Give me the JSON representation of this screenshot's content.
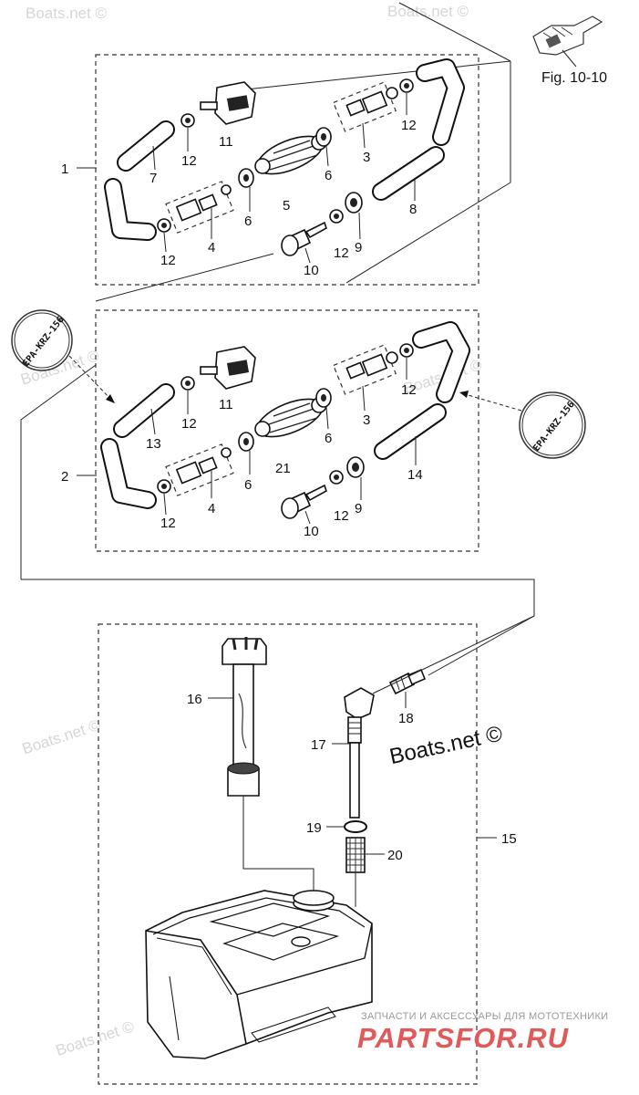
{
  "figure_ref": "Fig. 10-10",
  "stamp_text": "EPA-KRZ-156",
  "watermarks": [
    "Boats.net ©",
    "Boats.net ©",
    "Boats.net ©",
    "Boats.net ©",
    "Boats.net ©",
    "Boats.net ©"
  ],
  "watermark_main": "Boats.net ©",
  "footer": {
    "tagline": "ЗАПЧАСТИ И АКСЕССУАРЫ ДЛЯ МОТОТЕХНИКИ",
    "brand": "PARTSFOR.RU"
  },
  "group1": {
    "id_label": "1",
    "callouts": {
      "c11": "11",
      "c12a": "12",
      "c3": "3",
      "c12b": "12",
      "c7": "7",
      "c6a": "6",
      "c5": "5",
      "c6b": "6",
      "c8": "8",
      "c12c": "12",
      "c4": "4",
      "c12d": "12",
      "c9": "9",
      "c10": "10"
    }
  },
  "group2": {
    "id_label": "2",
    "callouts": {
      "c11": "11",
      "c12a": "12",
      "c3": "3",
      "c12b": "12",
      "c13": "13",
      "c6a": "6",
      "c21": "21",
      "c6b": "6",
      "c14": "14",
      "c12c": "12",
      "c4": "4",
      "c12d": "12",
      "c9": "9",
      "c10": "10"
    }
  },
  "tank": {
    "id_label": "15",
    "callouts": {
      "c16": "16",
      "c17": "17",
      "c18": "18",
      "c19": "19",
      "c20": "20"
    }
  }
}
